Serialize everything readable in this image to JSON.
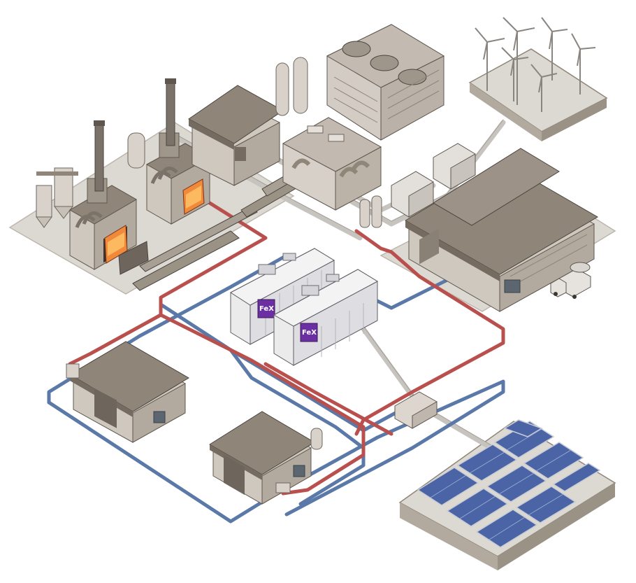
{
  "palette": {
    "ground": "#dcd8d2",
    "ground_edge": "#bdb6ad",
    "roof": "#8f8578",
    "roof_dark": "#756b60",
    "wall": "#cfc8bf",
    "wall_dark": "#b2aa9f",
    "container": "#ecebec",
    "container_dark": "#cfcfd3",
    "pipe_hot": "#b9504e",
    "pipe_cold": "#5b79a8",
    "pipe_grey": "#c7c3be",
    "furnace_glow": "#f08a3a",
    "solar_panel": "#4a64a5",
    "brand_purple": "#6b2fa3"
  },
  "battery_units": [
    {
      "badge": "FeX"
    },
    {
      "badge": "FeX"
    }
  ],
  "scene_parts": [
    "steel-plant",
    "cooling-tower",
    "wind-farm",
    "main-warehouse",
    "iron-air-battery-unit",
    "heat-exchanger",
    "small-warehouse",
    "workshop",
    "solar-array",
    "truck"
  ]
}
